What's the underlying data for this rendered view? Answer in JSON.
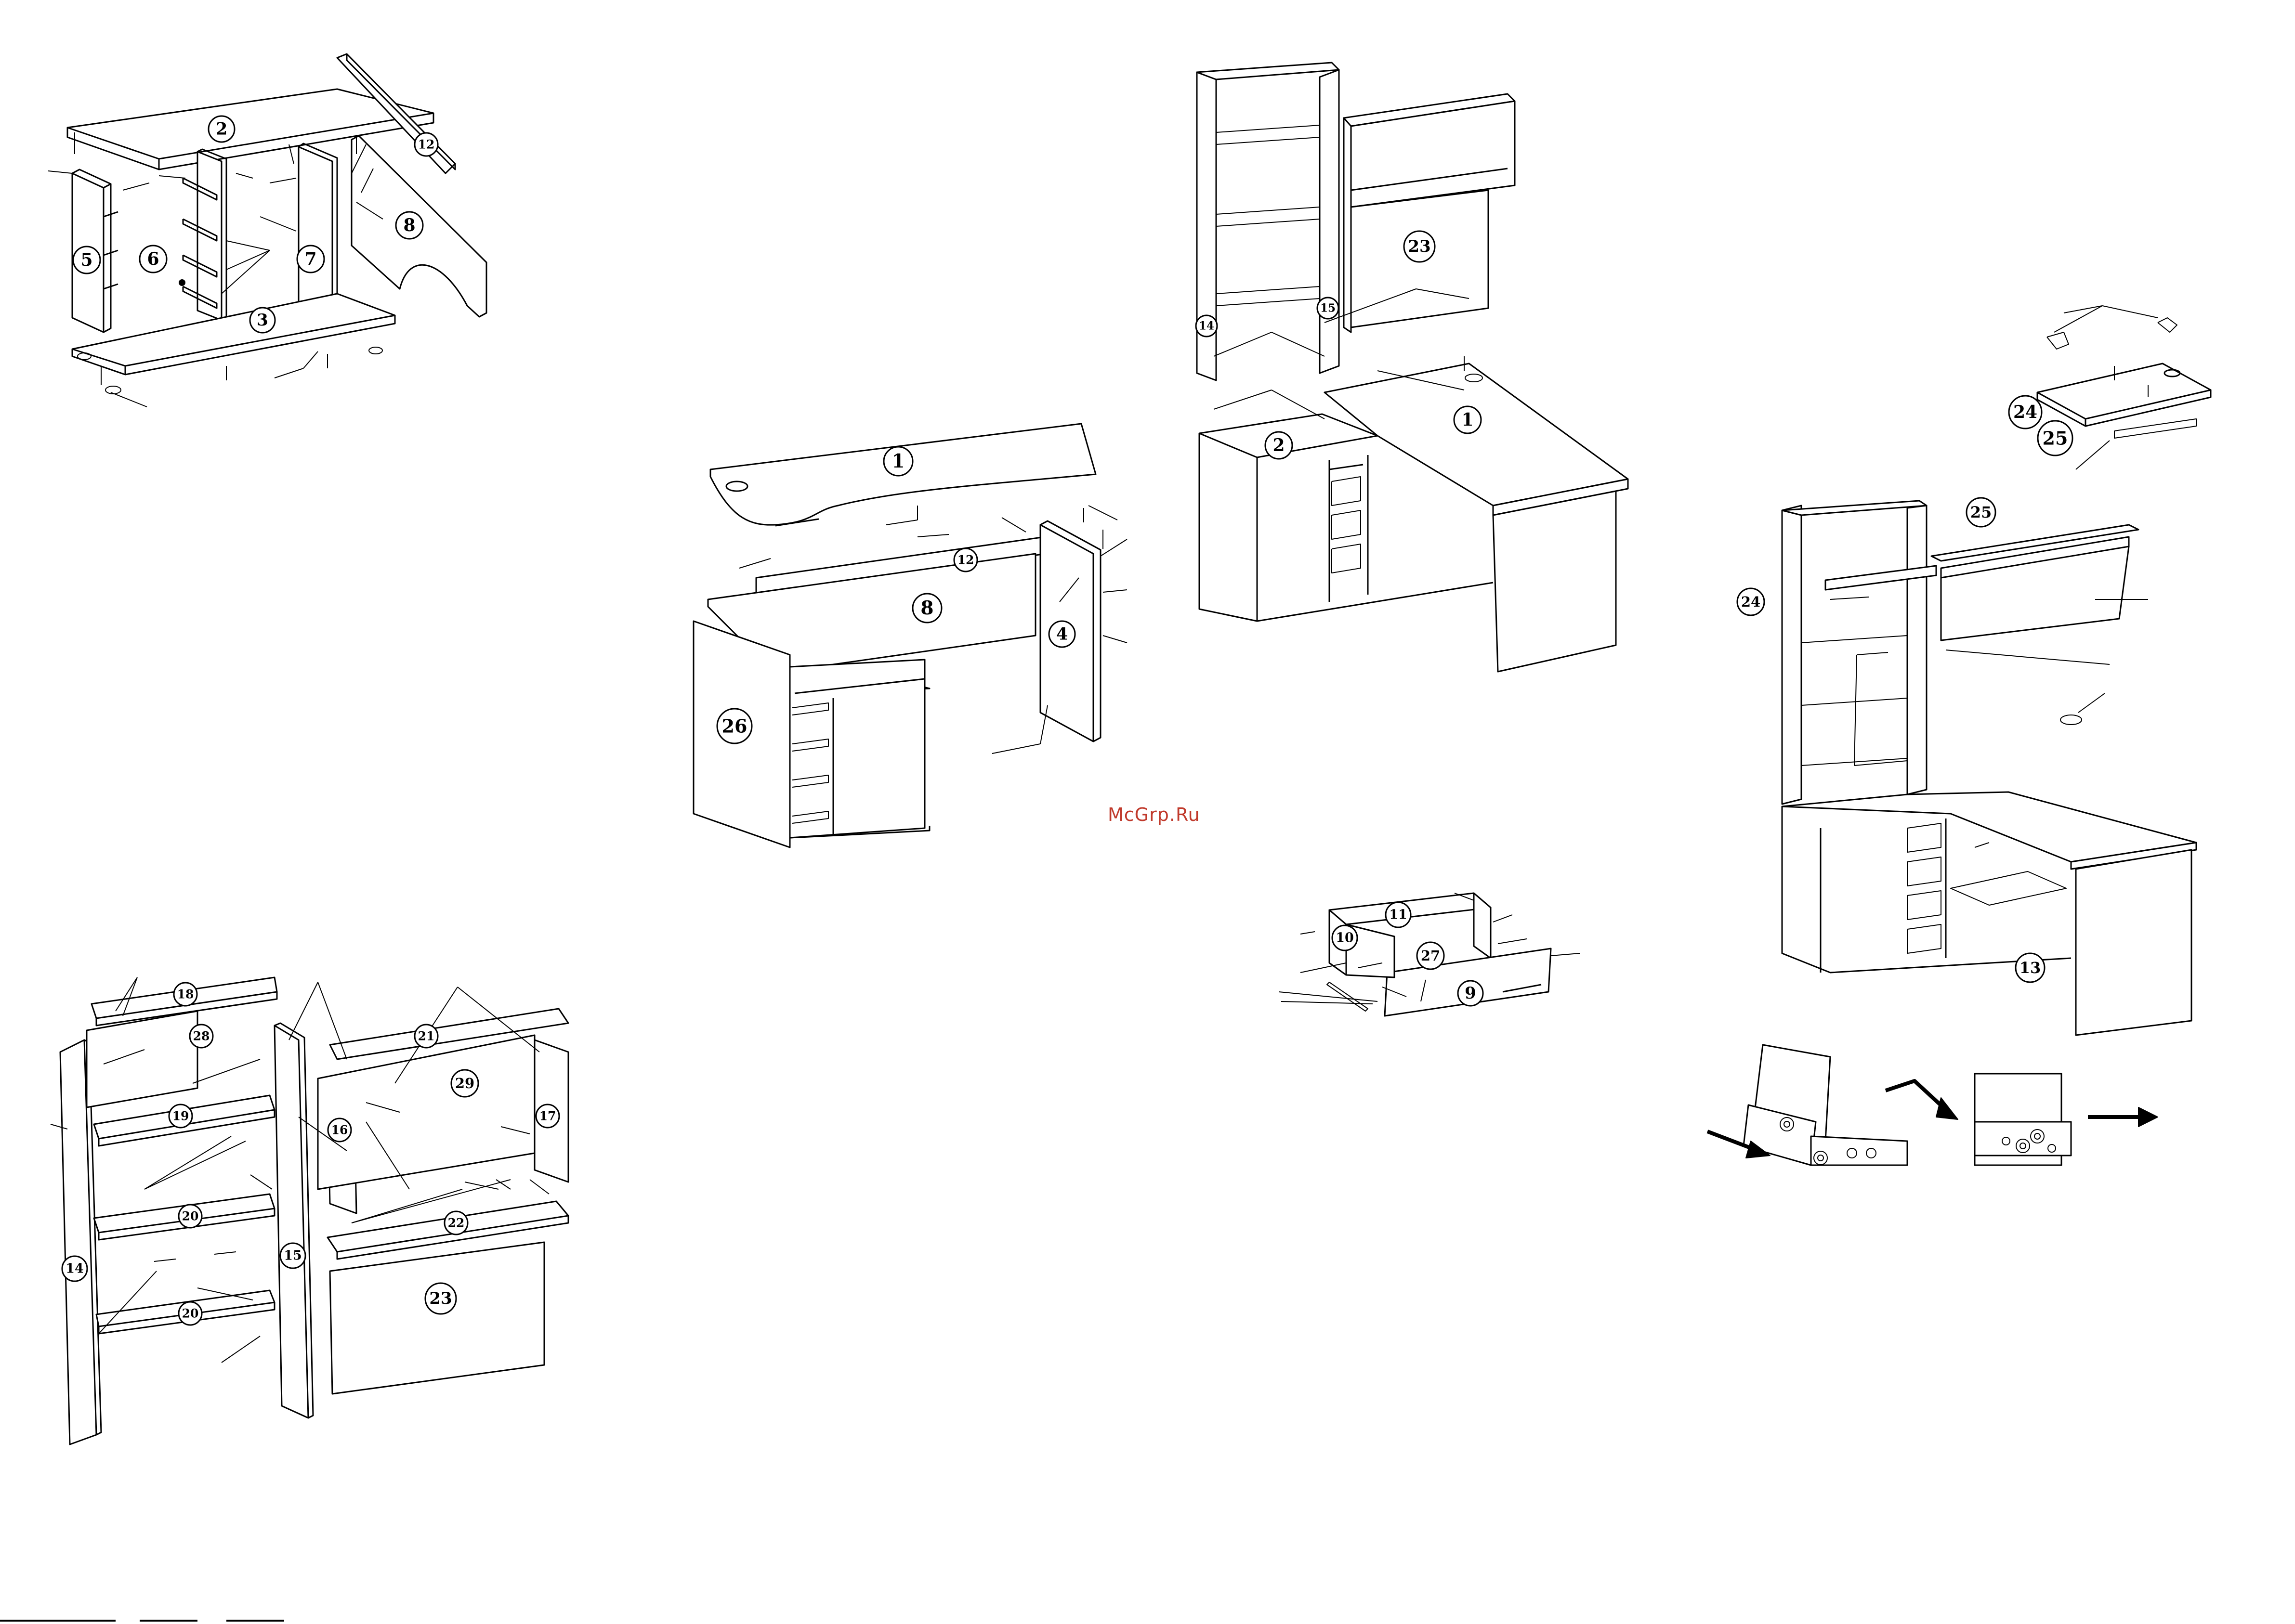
{
  "watermark": {
    "text": "McGrp.Ru",
    "color": "#c0392b"
  },
  "colors": {
    "line": "#000000",
    "paper": "#ffffff",
    "arrow": "#000000"
  },
  "steps": {
    "lower_cabinet": {
      "callouts": [
        {
          "id": "c-2",
          "label": "2"
        },
        {
          "id": "c-12",
          "label": "12"
        },
        {
          "id": "c-5",
          "label": "5"
        },
        {
          "id": "c-6",
          "label": "6"
        },
        {
          "id": "c-7",
          "label": "7"
        },
        {
          "id": "c-8",
          "label": "8"
        },
        {
          "id": "c-3",
          "label": "3"
        }
      ]
    },
    "desk_assembly": {
      "callouts": [
        {
          "id": "c-1",
          "label": "1"
        },
        {
          "id": "c-12",
          "label": "12"
        },
        {
          "id": "c-8",
          "label": "8"
        },
        {
          "id": "c-4",
          "label": "4"
        },
        {
          "id": "c-26",
          "label": "26"
        }
      ]
    },
    "shelf_unit": {
      "callouts": [
        {
          "id": "c-18",
          "label": "18"
        },
        {
          "id": "c-28",
          "label": "28"
        },
        {
          "id": "c-19",
          "label": "19"
        },
        {
          "id": "c-20a",
          "label": "20"
        },
        {
          "id": "c-20b",
          "label": "20"
        },
        {
          "id": "c-14",
          "label": "14"
        },
        {
          "id": "c-15",
          "label": "15"
        },
        {
          "id": "c-16",
          "label": "16"
        },
        {
          "id": "c-21",
          "label": "21"
        },
        {
          "id": "c-29",
          "label": "29"
        },
        {
          "id": "c-17",
          "label": "17"
        },
        {
          "id": "c-22",
          "label": "22"
        },
        {
          "id": "c-23",
          "label": "23"
        }
      ]
    },
    "mount_upper": {
      "callouts": [
        {
          "id": "c-23",
          "label": "23"
        },
        {
          "id": "c-14",
          "label": "14"
        },
        {
          "id": "c-15",
          "label": "15"
        },
        {
          "id": "c-2",
          "label": "2"
        },
        {
          "id": "c-1",
          "label": "1"
        }
      ]
    },
    "drawer": {
      "callouts": [
        {
          "id": "c-11",
          "label": "11"
        },
        {
          "id": "c-10",
          "label": "10"
        },
        {
          "id": "c-27",
          "label": "27"
        },
        {
          "id": "c-9",
          "label": "9"
        }
      ]
    },
    "flap_doors": {
      "callouts": [
        {
          "id": "c-24",
          "label": "24"
        },
        {
          "id": "c-25",
          "label": "25"
        }
      ]
    },
    "final_view": {
      "callouts": [
        {
          "id": "c-25",
          "label": "25"
        },
        {
          "id": "c-24",
          "label": "24"
        },
        {
          "id": "c-13",
          "label": "13"
        }
      ]
    },
    "hinge_detail": {
      "arrows": [
        "slide-in",
        "slide-out"
      ]
    }
  }
}
